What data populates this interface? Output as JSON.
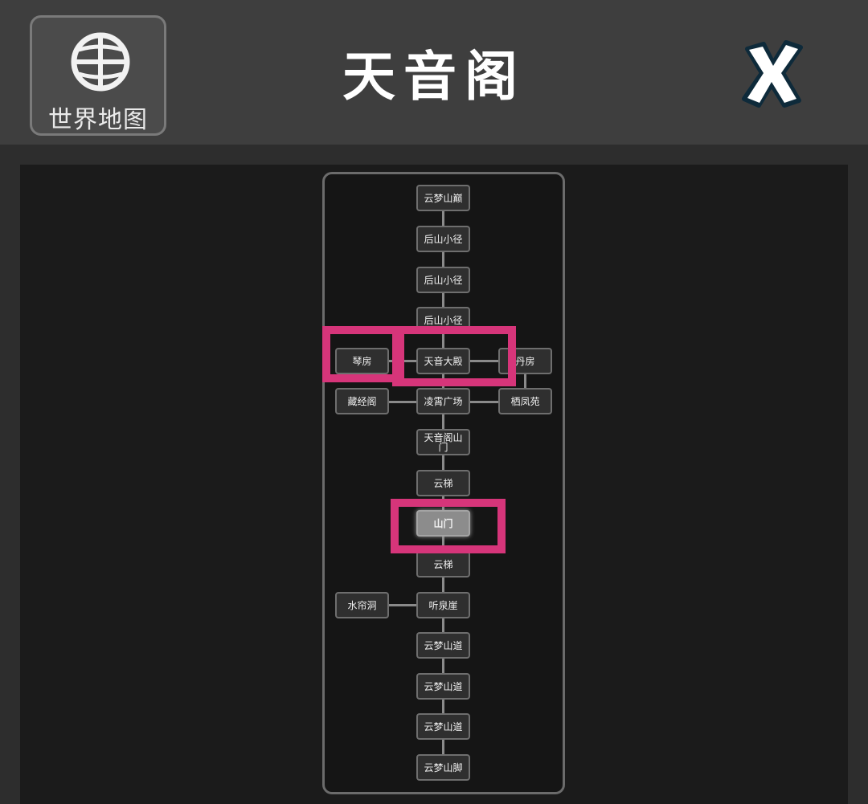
{
  "header": {
    "world_map_label": "世界地图",
    "title": "天音阁"
  },
  "icons": {
    "world_map": "globe-icon",
    "close": "close-x-icon"
  },
  "map": {
    "nodes": {
      "summit": "云梦山巅",
      "back_path_1": "后山小径",
      "back_path_2": "后山小径",
      "back_path_3": "后山小径",
      "qin_room": "琴房",
      "main_hall": "天音大殿",
      "pill_room": "丹房",
      "scripture_pavilion": "藏经阁",
      "lingxiao_square": "凌霄广场",
      "phoenix_garden": "栖凤苑",
      "sect_gate": "天音阁山门",
      "cloud_ladder_1": "云梯",
      "mountain_gate": "山门",
      "cloud_ladder_2": "云梯",
      "waterfall_cave": "水帘洞",
      "listening_spring_cliff": "听泉崖",
      "cloud_road_1": "云梦山道",
      "cloud_road_2": "云梦山道",
      "cloud_road_3": "云梦山道",
      "mountain_foot": "云梦山脚"
    },
    "current_location": "山门"
  },
  "colors": {
    "header_bg": "#3e3e3e",
    "map_bg": "#1b1b1b",
    "highlight": "#d6357a",
    "current_node": "#8c8c8c"
  }
}
